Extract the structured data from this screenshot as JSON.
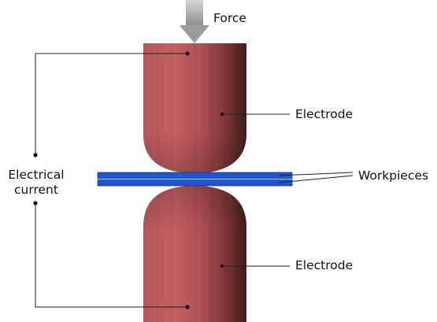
{
  "labels": {
    "force": "Force",
    "electrode_top": "Electrode",
    "electrode_bottom": "Electrode",
    "workpieces": "Workpieces",
    "current_line1": "Electrical",
    "current_line2": "current"
  },
  "colors": {
    "background": "#ffffff",
    "electrode_light": "#c25a5c",
    "electrode_dark": "#4a2424",
    "workpiece": "#1f55c8",
    "workpiece_seam": "#9ec0f0",
    "arrow": "#a8a8a8",
    "line": "#222222"
  }
}
